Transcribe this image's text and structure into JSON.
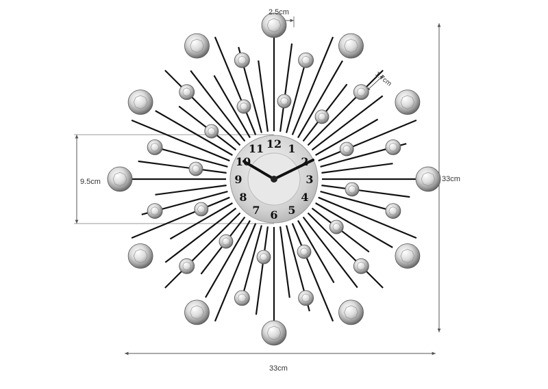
{
  "product": "sunburst-crystal-wall-clock",
  "dimensions": {
    "overall_width": "33cm",
    "overall_height": "33cm",
    "clock_face_diameter": "9.5cm",
    "large_crystal_diameter": "2.5cm",
    "rod_segment": "1.7cm"
  },
  "clock": {
    "numerals": [
      "12",
      "1",
      "2",
      "3",
      "4",
      "5",
      "6",
      "7",
      "8",
      "9",
      "10",
      "11"
    ],
    "hands": {
      "hour": "10",
      "minute": "2"
    }
  },
  "colors": {
    "rod": "#111111",
    "dimension_line": "#555555",
    "face_outer": "#c8c8c8",
    "face_inner": "#e6e6e6",
    "hand": "#111111",
    "crystal": "#d9d9d9"
  }
}
